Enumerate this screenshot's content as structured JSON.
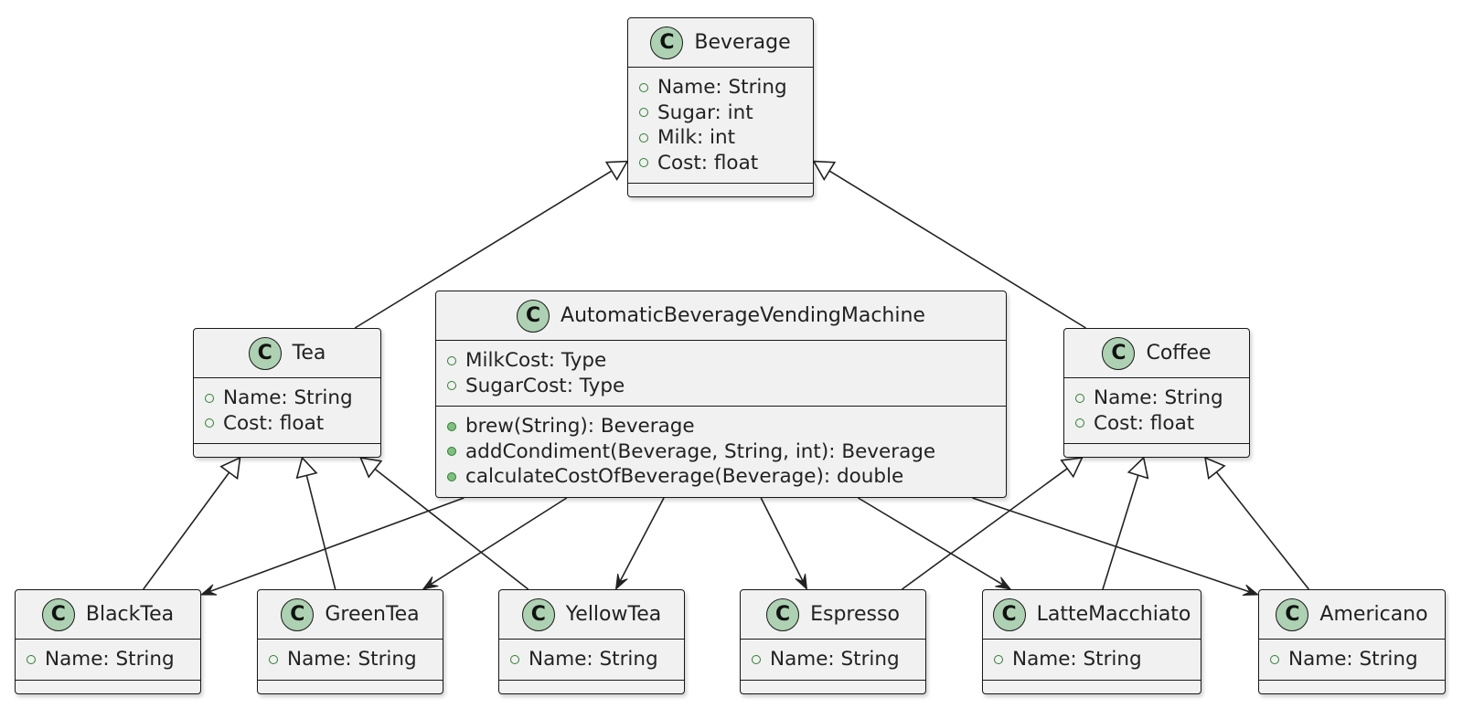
{
  "diagram": {
    "classes": [
      {
        "id": "beverage",
        "name": "Beverage",
        "badge": "C",
        "fields": [
          "Name: String",
          "Sugar: int",
          "Milk: int",
          "Cost: float"
        ],
        "methods": []
      },
      {
        "id": "tea",
        "name": "Tea",
        "badge": "C",
        "fields": [
          "Name: String",
          "Cost: float"
        ],
        "methods": []
      },
      {
        "id": "machine",
        "name": "AutomaticBeverageVendingMachine",
        "badge": "C",
        "fields": [
          "MilkCost: Type",
          "SugarCost: Type"
        ],
        "methods": [
          "brew(String): Beverage",
          "addCondiment(Beverage, String, int): Beverage",
          "calculateCostOfBeverage(Beverage): double"
        ]
      },
      {
        "id": "coffee",
        "name": "Coffee",
        "badge": "C",
        "fields": [
          "Name: String",
          "Cost: float"
        ],
        "methods": []
      },
      {
        "id": "blacktea",
        "name": "BlackTea",
        "badge": "C",
        "fields": [
          "Name: String"
        ],
        "methods": []
      },
      {
        "id": "greentea",
        "name": "GreenTea",
        "badge": "C",
        "fields": [
          "Name: String"
        ],
        "methods": []
      },
      {
        "id": "yellowtea",
        "name": "YellowTea",
        "badge": "C",
        "fields": [
          "Name: String"
        ],
        "methods": []
      },
      {
        "id": "espresso",
        "name": "Espresso",
        "badge": "C",
        "fields": [
          "Name: String"
        ],
        "methods": []
      },
      {
        "id": "lattemacchiato",
        "name": "LatteMacchiato",
        "badge": "C",
        "fields": [
          "Name: String"
        ],
        "methods": []
      },
      {
        "id": "americano",
        "name": "Americano",
        "badge": "C",
        "fields": [
          "Name: String"
        ],
        "methods": []
      }
    ],
    "relations": [
      {
        "from": "tea",
        "to": "beverage",
        "type": "inheritance"
      },
      {
        "from": "coffee",
        "to": "beverage",
        "type": "inheritance"
      },
      {
        "from": "blacktea",
        "to": "tea",
        "type": "inheritance"
      },
      {
        "from": "greentea",
        "to": "tea",
        "type": "inheritance"
      },
      {
        "from": "yellowtea",
        "to": "tea",
        "type": "inheritance"
      },
      {
        "from": "espresso",
        "to": "coffee",
        "type": "inheritance"
      },
      {
        "from": "lattemacchiato",
        "to": "coffee",
        "type": "inheritance"
      },
      {
        "from": "americano",
        "to": "coffee",
        "type": "inheritance"
      },
      {
        "from": "machine",
        "to": "blacktea",
        "type": "association"
      },
      {
        "from": "machine",
        "to": "greentea",
        "type": "association"
      },
      {
        "from": "machine",
        "to": "yellowtea",
        "type": "association"
      },
      {
        "from": "machine",
        "to": "espresso",
        "type": "association"
      },
      {
        "from": "machine",
        "to": "lattemacchiato",
        "type": "association"
      },
      {
        "from": "machine",
        "to": "americano",
        "type": "association"
      }
    ]
  },
  "colors": {
    "class_fill": "#f1f1f1",
    "badge_fill": "#add1b2",
    "border": "#181818",
    "line": "#222222",
    "visibility": "#2e7d32"
  }
}
